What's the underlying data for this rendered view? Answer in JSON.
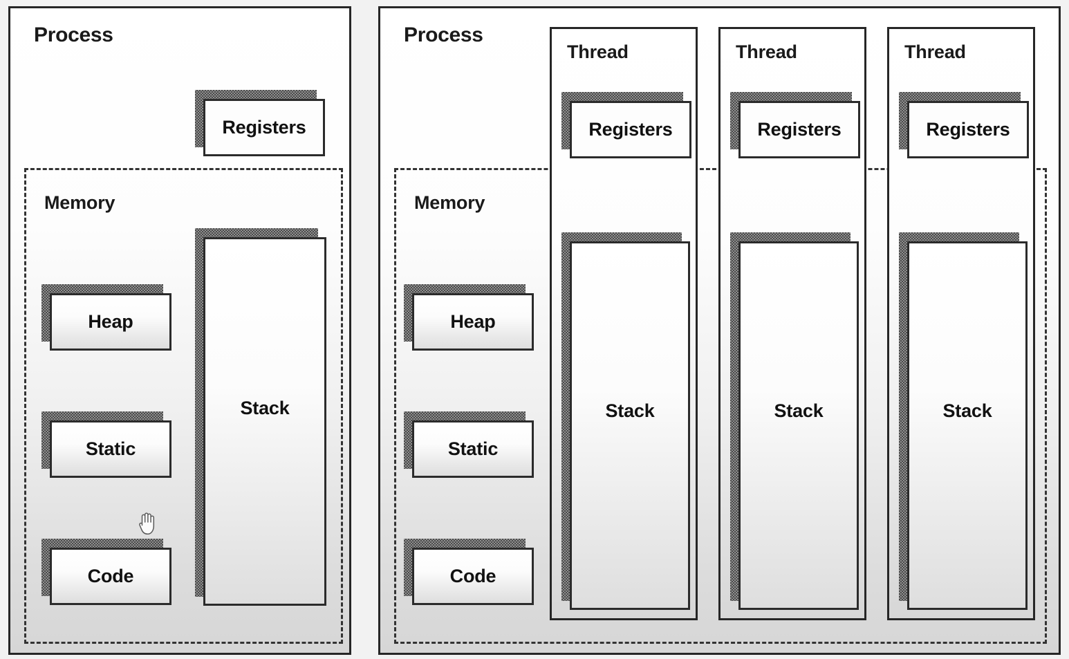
{
  "diagram": {
    "title_process": "Process",
    "title_memory": "Memory",
    "title_thread": "Thread",
    "label_registers": "Registers",
    "label_heap": "Heap",
    "label_static": "Static",
    "label_code": "Code",
    "label_stack": "Stack"
  },
  "panels": [
    {
      "id": "single-threaded-process",
      "process_label": "Process",
      "memory_label": "Memory",
      "registers_label": "Registers",
      "memory_segments": [
        {
          "label": "Heap"
        },
        {
          "label": "Static"
        },
        {
          "label": "Code"
        }
      ],
      "stack_label": "Stack",
      "threads": []
    },
    {
      "id": "multi-threaded-process",
      "process_label": "Process",
      "memory_label": "Memory",
      "memory_segments": [
        {
          "label": "Heap"
        },
        {
          "label": "Static"
        },
        {
          "label": "Code"
        }
      ],
      "threads": [
        {
          "label": "Thread",
          "registers_label": "Registers",
          "stack_label": "Stack"
        },
        {
          "label": "Thread",
          "registers_label": "Registers",
          "stack_label": "Stack"
        },
        {
          "label": "Thread",
          "registers_label": "Registers",
          "stack_label": "Stack"
        }
      ]
    }
  ],
  "cursor": {
    "icon": "grab-hand-cursor"
  },
  "colors": {
    "outline": "#262626",
    "shadow_pattern": "#4a4a4a",
    "box_fill": "#fdfdfd",
    "panel_fill_top": "#ffffff",
    "panel_fill_bottom": "#d6d6d6",
    "text": "#111111",
    "dashed_border": "#333333"
  }
}
